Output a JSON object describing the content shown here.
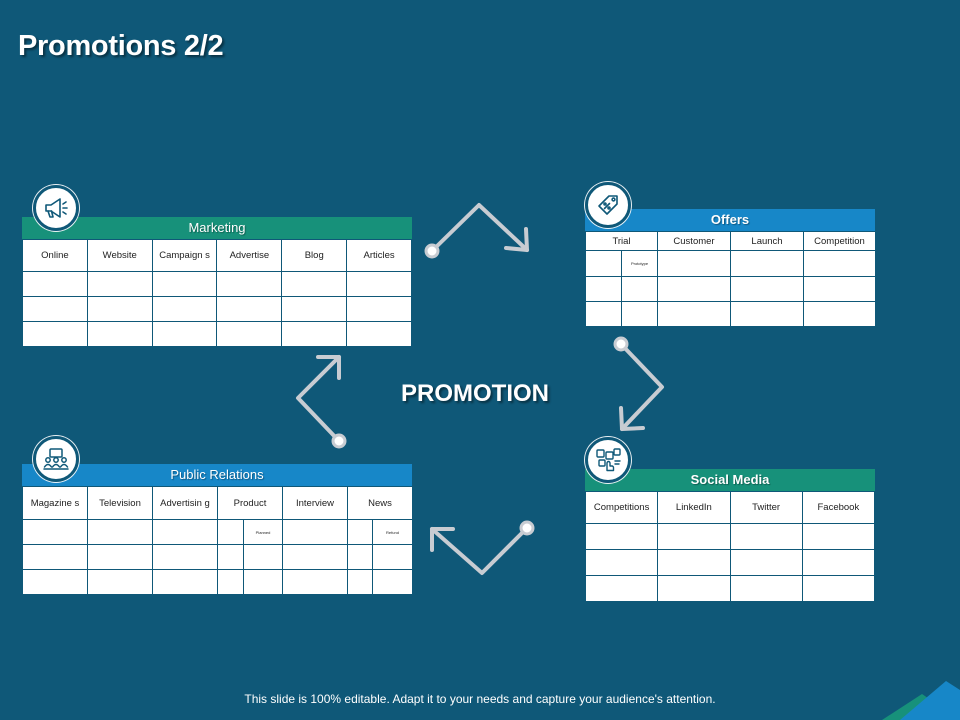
{
  "slide": {
    "title": "Promotions 2/2",
    "center_label": "PROMOTION",
    "footer": "This slide is 100% editable. Adapt it to your needs and capture your audience's attention."
  },
  "colors": {
    "background": "#0f5878",
    "green": "#17917a",
    "blue": "#1787c8",
    "arrow": "#c8ccd2"
  },
  "marketing": {
    "title": "Marketing",
    "icon": "megaphone-icon",
    "columns": [
      "Online",
      "Website",
      "Campaign s",
      "Advertise",
      "Blog",
      "Articles"
    ]
  },
  "offers": {
    "title": "Offers",
    "icon": "price-tag-icon",
    "columns": [
      "Trial",
      "Customer",
      "Launch",
      "Competition"
    ],
    "sub_label": "Prototype"
  },
  "public_relations": {
    "title": "Public Relations",
    "icon": "audience-icon",
    "columns": [
      "Magazine s",
      "Television",
      "Advertisin g",
      "Product",
      "Interview",
      "News"
    ],
    "sub_labels": [
      "Planned",
      "Refund"
    ]
  },
  "social_media": {
    "title": "Social Media",
    "icon": "social-apps-icon",
    "columns": [
      "Competitions",
      "LinkedIn",
      "Twitter",
      "Facebook"
    ]
  }
}
